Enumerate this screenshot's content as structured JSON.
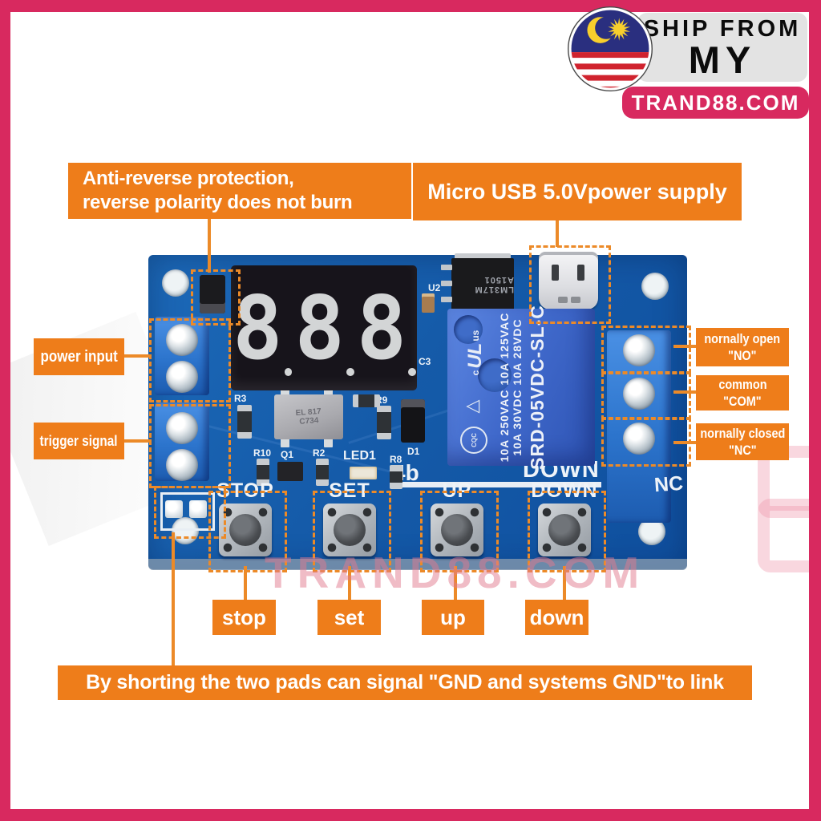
{
  "colors": {
    "brand_pink": "#d8295f",
    "accent_orange": "#ee7d1a",
    "pcb_blue": "#1a66b4",
    "relay_blue": "#3a63c8"
  },
  "badge": {
    "line1": "SHIP FROM",
    "line2": "MY",
    "site": "TRAND88.COM",
    "flag": "malaysia-flag"
  },
  "labels": {
    "anti_reverse_1": "Anti-reverse protection,",
    "anti_reverse_2": "reverse polarity does not burn",
    "micro_usb": "Micro USB 5.0Vpower supply",
    "power_input": "power input",
    "trigger_signal": "trigger signal",
    "no_1": "nornally open",
    "no_2": "\"NO\"",
    "com_1": "common",
    "com_2": "\"COM\"",
    "nc_1": "nornally closed",
    "nc_2": "\"NC\"",
    "stop": "stop",
    "set": "set",
    "up": "up",
    "down": "down",
    "bottom_note": "By shorting the two pads can signal \"GND and systems GND\"to link"
  },
  "pcb": {
    "display_digits": [
      "8",
      "8",
      "8"
    ],
    "buttons": [
      {
        "silk": "STOP"
      },
      {
        "silk": "SET"
      },
      {
        "silk": "UP"
      },
      {
        "silk": "DOWN"
      }
    ],
    "relay": {
      "rating1": "10A 250VAC  10A 125VAC",
      "rating2": "10A 30VDC   10A 28VDC",
      "model": "SRD-05VDC-SL-C",
      "ul_c": "c",
      "ul_main": "UL",
      "ul_us": "us",
      "cqc": "CQC",
      "triangle_mark": "△"
    },
    "regulator_text": "LM317M A1501",
    "opto_text_1": "EL 817",
    "opto_text_2": "C734",
    "silk": {
      "u2": "U2",
      "c3": "C3",
      "r3": "R3",
      "r9": "R9",
      "r10": "R10",
      "q1": "Q1",
      "r2": "R2",
      "led1": "LED1",
      "r8": "R8",
      "d1": "D1",
      "frag": "4b",
      "down_big": "DOWN",
      "nc": "NC"
    }
  },
  "watermark": "TRAND88.COM"
}
